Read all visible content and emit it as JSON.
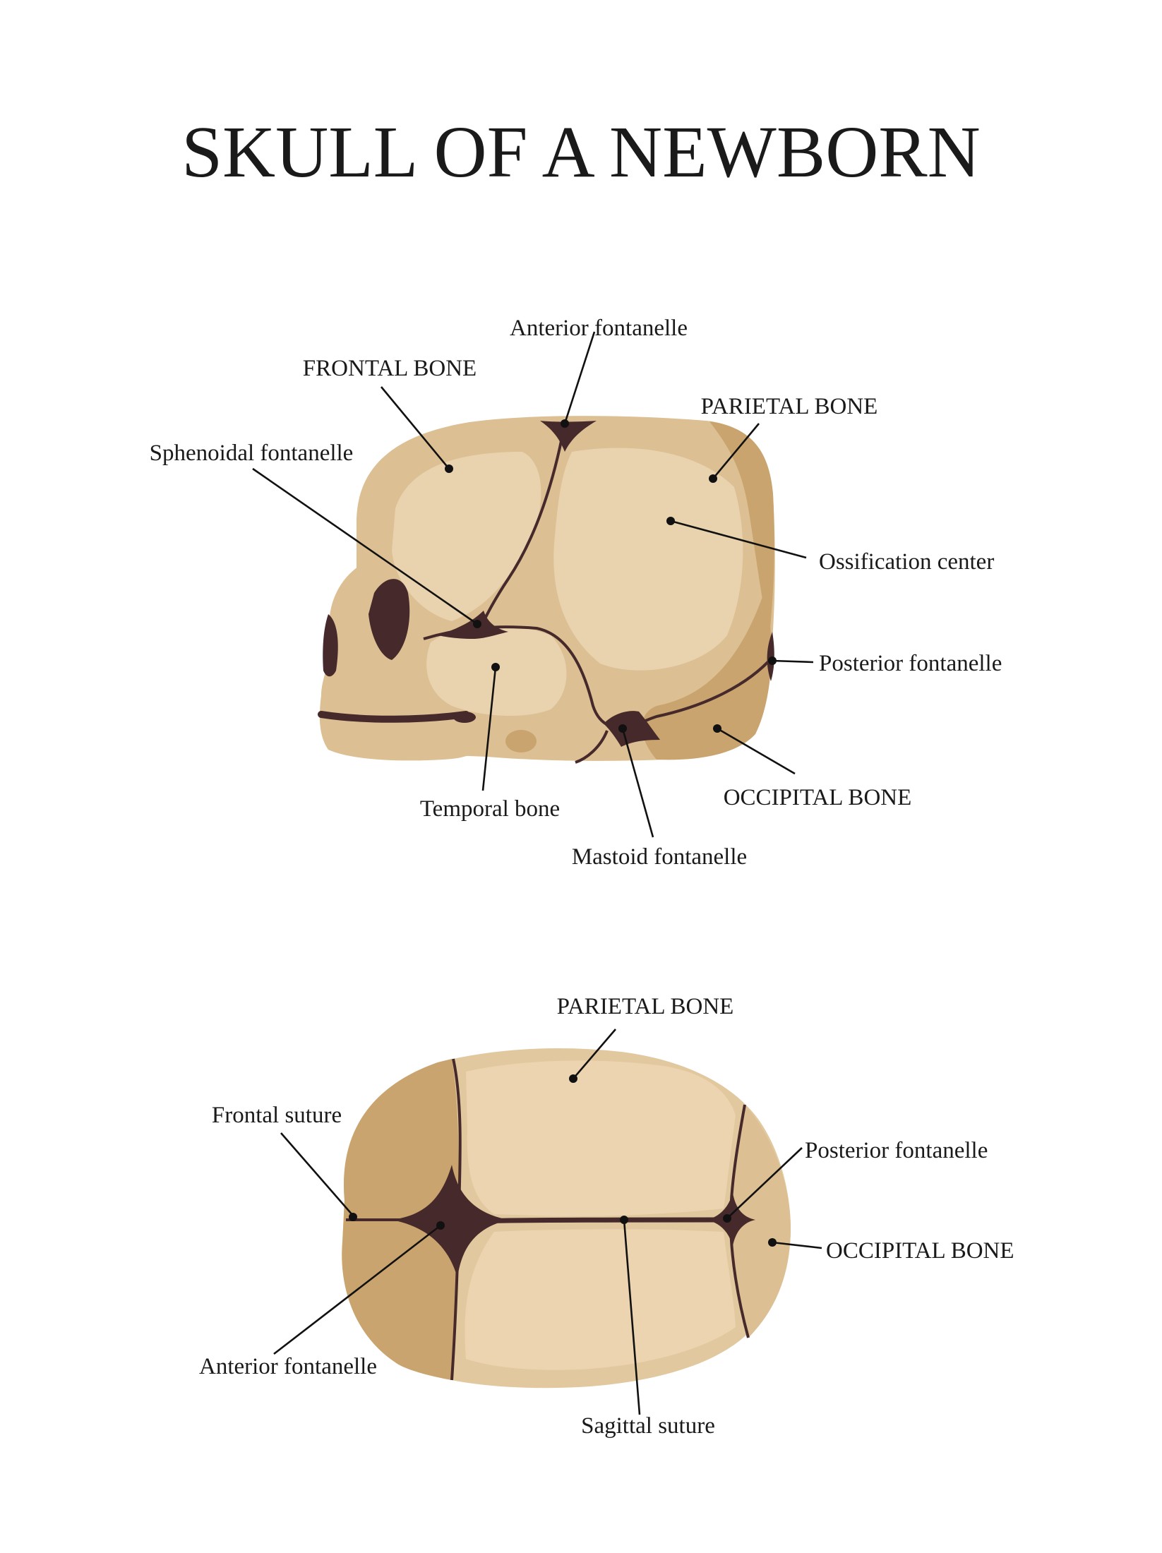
{
  "title": "SKULL OF A NEWBORN",
  "colors": {
    "bone_light": "#e9d2ae",
    "bone_mid": "#dcbf92",
    "bone_dark": "#c9a46e",
    "fontanelle": "#46292a",
    "background": "#ffffff",
    "ink": "#1a1a1a"
  },
  "lateral_view": {
    "labels": {
      "anterior_fontanelle": "Anterior fontanelle",
      "frontal_bone": "FRONTAL BONE",
      "parietal_bone": "PARIETAL BONE",
      "sphenoidal_fontanelle": "Sphenoidal fontanelle",
      "ossification_center": "Ossification center",
      "posterior_fontanelle": "Posterior fontanelle",
      "occipital_bone": "OCCIPITAL BONE",
      "temporal_bone": "Temporal bone",
      "mastoid_fontanelle": "Mastoid fontanelle"
    }
  },
  "superior_view": {
    "labels": {
      "parietal_bone": "PARIETAL BONE",
      "frontal_suture": "Frontal suture",
      "posterior_fontanelle": "Posterior fontanelle",
      "occipital_bone": "OCCIPITAL BONE",
      "anterior_fontanelle": "Anterior fontanelle",
      "sagittal_suture": "Sagittal suture"
    }
  }
}
